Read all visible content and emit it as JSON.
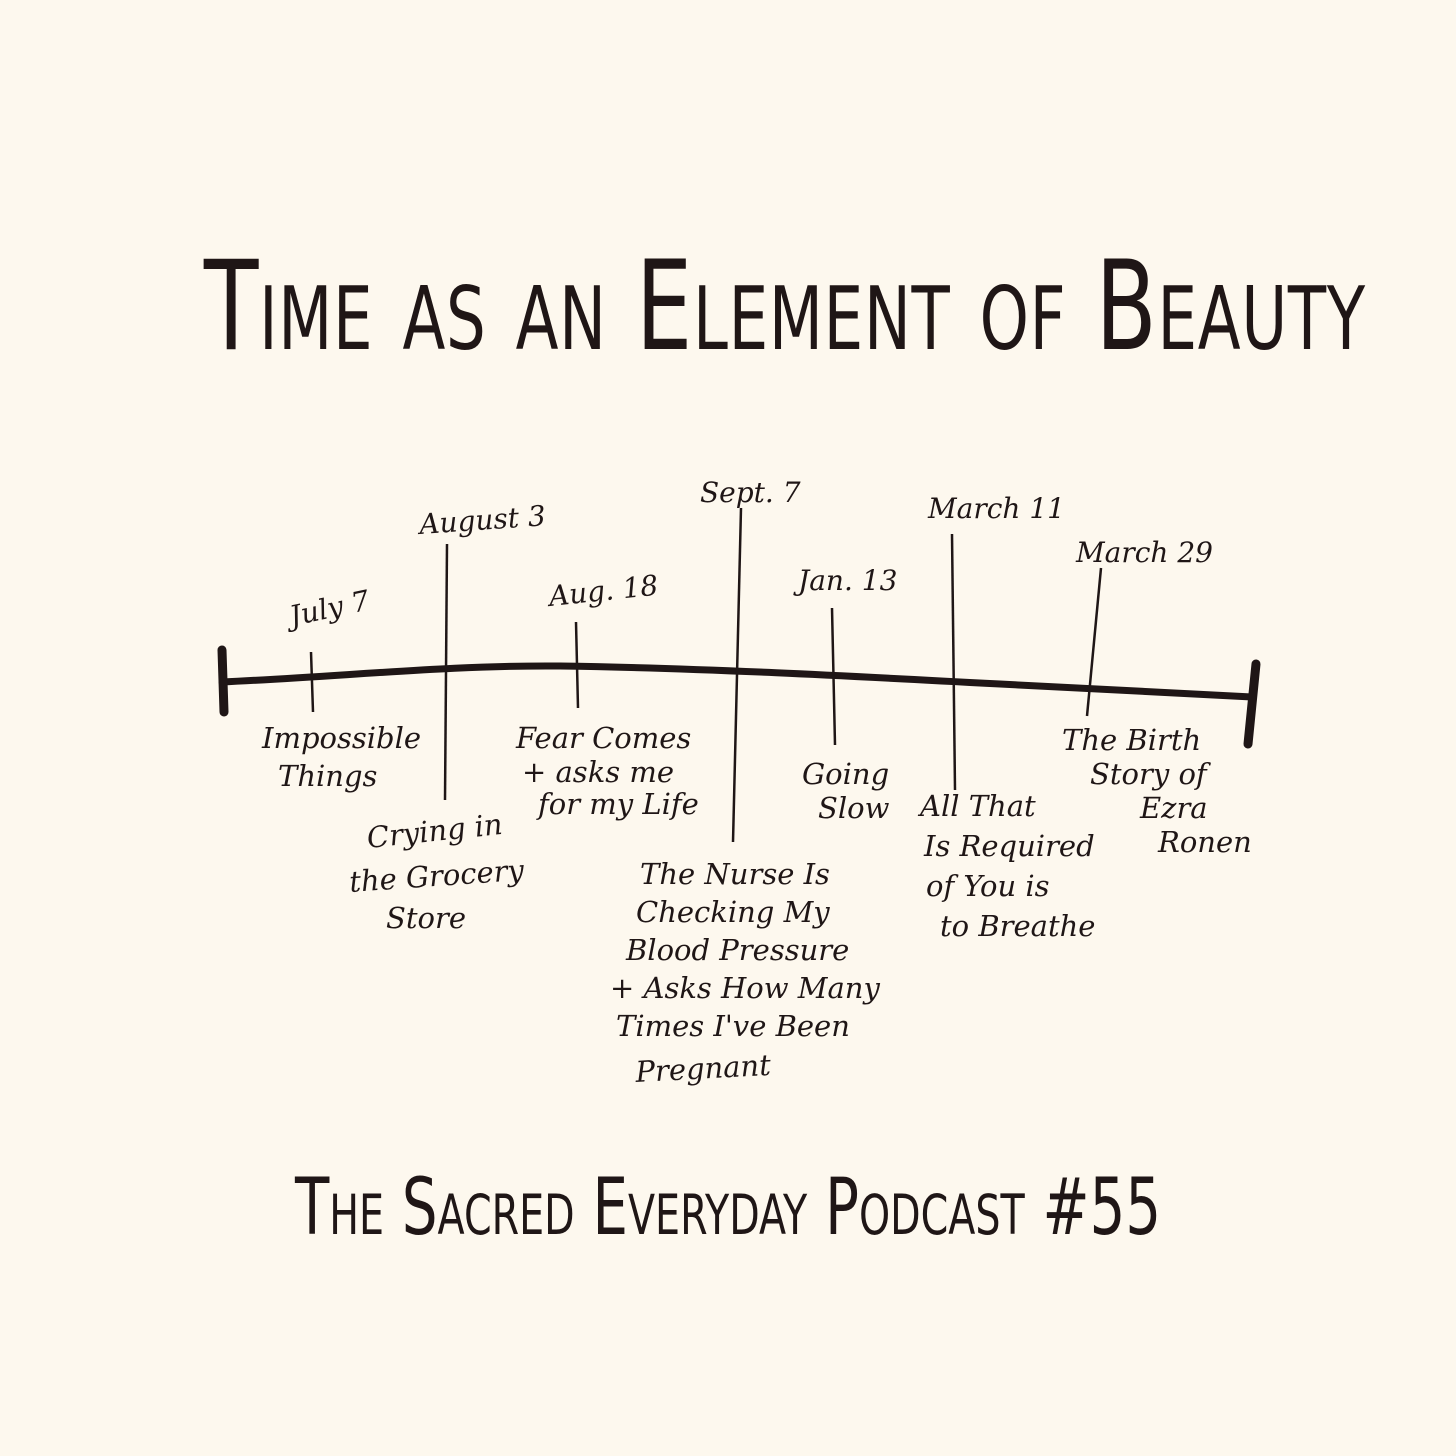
{
  "title": "Time as an Element of Beauty",
  "subtitle": "The Sacred Everyday Podcast #55",
  "timeline": {
    "events": [
      {
        "date": "July 7",
        "title_lines": [
          "Impossible",
          "Things"
        ]
      },
      {
        "date": "August 3",
        "title_lines": [
          "Crying in",
          "the Grocery",
          "Store"
        ]
      },
      {
        "date": "Aug. 18",
        "title_lines": [
          "Fear Comes",
          "+ asks me",
          "for my Life"
        ]
      },
      {
        "date": "Sept. 7",
        "title_lines": [
          "The Nurse Is",
          "Checking My",
          "Blood Pressure",
          "+ Asks How Many",
          "Times I've Been",
          "Pregnant"
        ]
      },
      {
        "date": "Jan. 13",
        "title_lines": [
          "Going",
          "Slow"
        ]
      },
      {
        "date": "March 11",
        "title_lines": [
          "All That",
          "Is Required",
          "of You is",
          "to Breathe"
        ]
      },
      {
        "date": "March 29",
        "title_lines": [
          "The Birth",
          "Story of",
          "Ezra",
          "Ronen"
        ]
      }
    ]
  }
}
